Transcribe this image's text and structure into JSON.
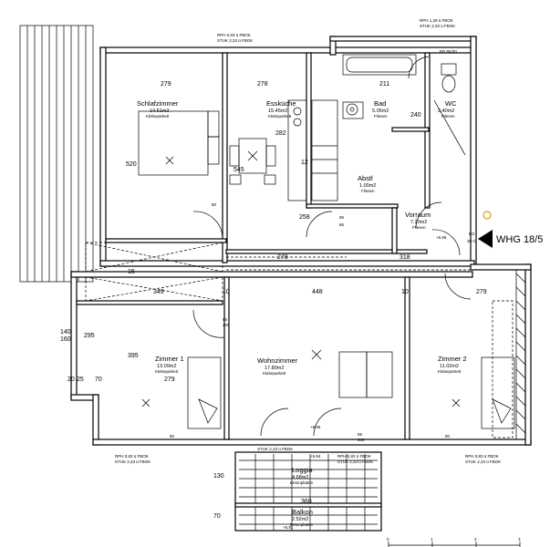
{
  "unit_label": "WHG 18/5",
  "rooms": {
    "schlafzimmer": {
      "name": "Schlafzimmer",
      "area": "14.51m2",
      "floor": "Klebeparkett"
    },
    "esskueche": {
      "name": "Essküche",
      "area": "15.45m2",
      "floor": "Klebeparkett"
    },
    "bad": {
      "name": "Bad",
      "area": "5.05m2",
      "floor": "Fliesen"
    },
    "wc": {
      "name": "WC",
      "area": "2.40m2",
      "floor": "Fliesen"
    },
    "abstell": {
      "name": "Abstl",
      "area": "1.00m2",
      "floor": "Fliesen"
    },
    "vorraum": {
      "name": "Vorraum",
      "area": "7.20m2",
      "floor": "Fliesen"
    },
    "zimmer1": {
      "name": "Zimmer 1",
      "area": "13.09m2",
      "floor": "Klebeparkett"
    },
    "wohnzimmer": {
      "name": "Wohnzimmer",
      "area": "17.80m2",
      "floor": "Klebeparkett"
    },
    "zimmer2": {
      "name": "Zimmer 2",
      "area": "11.02m2",
      "floor": "Klebeparkett"
    },
    "loggia": {
      "name": "Loggia",
      "area": "4.68m2",
      "floor": "Betonplatten"
    },
    "balkon": {
      "name": "Balkon",
      "area": "2.52m2",
      "floor": "Betonplatten"
    }
  },
  "dimensions": {
    "d279_top": "279",
    "d278_top": "278",
    "d211": "211",
    "d240": "240",
    "d520": "520",
    "d545": "545",
    "d282": "282",
    "d258": "258",
    "d278_mid": "278",
    "d318": "318",
    "d349": "349",
    "d448": "448",
    "d279_right": "279",
    "d395": "395",
    "d279_z1": "279",
    "d360": "360",
    "d130": "130",
    "d70": "70",
    "d20": "20",
    "d25": "25",
    "d70b": "70",
    "d295": "295",
    "d140": "140",
    "d160": "160",
    "d12": "12",
    "d10a": "10",
    "d10b": "10",
    "d15": "15"
  },
  "window_labels": {
    "top_left_1": "RPH 0,83 ü FBOK",
    "top_left_2": "STUK 2,33 ü FBOK",
    "top_right_1": "RPH 1,39 ü FBOK",
    "top_right_2": "STUK 2,33 ü FBOK",
    "bot_left_1": "RPH 0,83 ü FBOK",
    "bot_left_2": "STUK 2,33 ü FBOK",
    "bot_mid_1": "RPH 0,83 ü FBOK",
    "bot_mid_2": "STUK 2,33 ü FBOK",
    "bot_right_1": "RPH 0,83 ü FBOK",
    "bot_right_2": "STUK 2,33 ü FBOK",
    "bot_center_1": "STUK 2,33 ü FBOK",
    "bd": "BD 95/30",
    "eg": "EG",
    "eg_sub": "30-C"
  },
  "levels": {
    "entry": "+5.96",
    "wohn": "+5.96",
    "loggia": "+5.94",
    "balkon": "+5.91"
  },
  "scale_ticks": [
    "0",
    "1",
    "2",
    "3"
  ],
  "door_widths": {
    "schlaf": "80",
    "kitchen": "85",
    "vor": "85",
    "wohn1": "85",
    "wohn1b": "200",
    "z1_door": "80",
    "z2_door": "80",
    "wohn_door": "85",
    "wohn_door_b": "200"
  }
}
